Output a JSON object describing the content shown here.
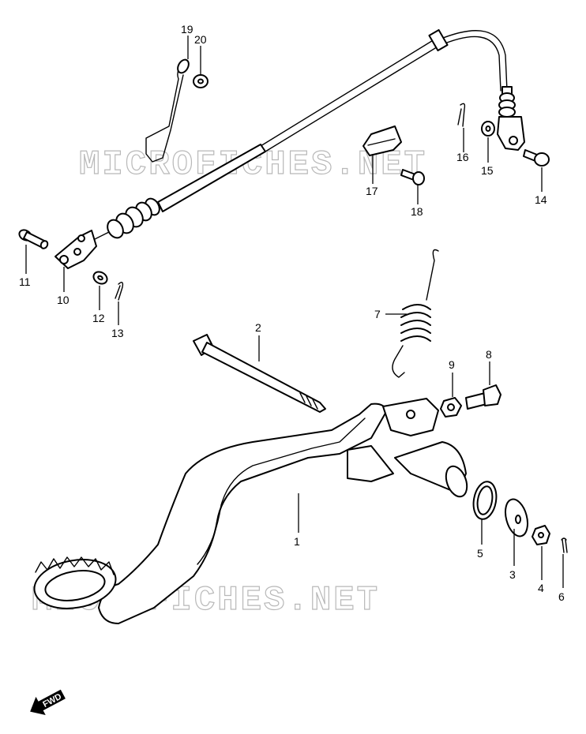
{
  "watermark": "MICROFICHES.NET",
  "fwd_label": "FWD",
  "callouts": [
    {
      "id": "1",
      "label": "1"
    },
    {
      "id": "2",
      "label": "2"
    },
    {
      "id": "3",
      "label": "3"
    },
    {
      "id": "4",
      "label": "4"
    },
    {
      "id": "5",
      "label": "5"
    },
    {
      "id": "6",
      "label": "6"
    },
    {
      "id": "7",
      "label": "7"
    },
    {
      "id": "8",
      "label": "8"
    },
    {
      "id": "9",
      "label": "9"
    },
    {
      "id": "10",
      "label": "10"
    },
    {
      "id": "11",
      "label": "11"
    },
    {
      "id": "12",
      "label": "12"
    },
    {
      "id": "13",
      "label": "13"
    },
    {
      "id": "14",
      "label": "14"
    },
    {
      "id": "15",
      "label": "15"
    },
    {
      "id": "16",
      "label": "16"
    },
    {
      "id": "17",
      "label": "17"
    },
    {
      "id": "18",
      "label": "18"
    },
    {
      "id": "19",
      "label": "19"
    },
    {
      "id": "20",
      "label": "20"
    }
  ]
}
